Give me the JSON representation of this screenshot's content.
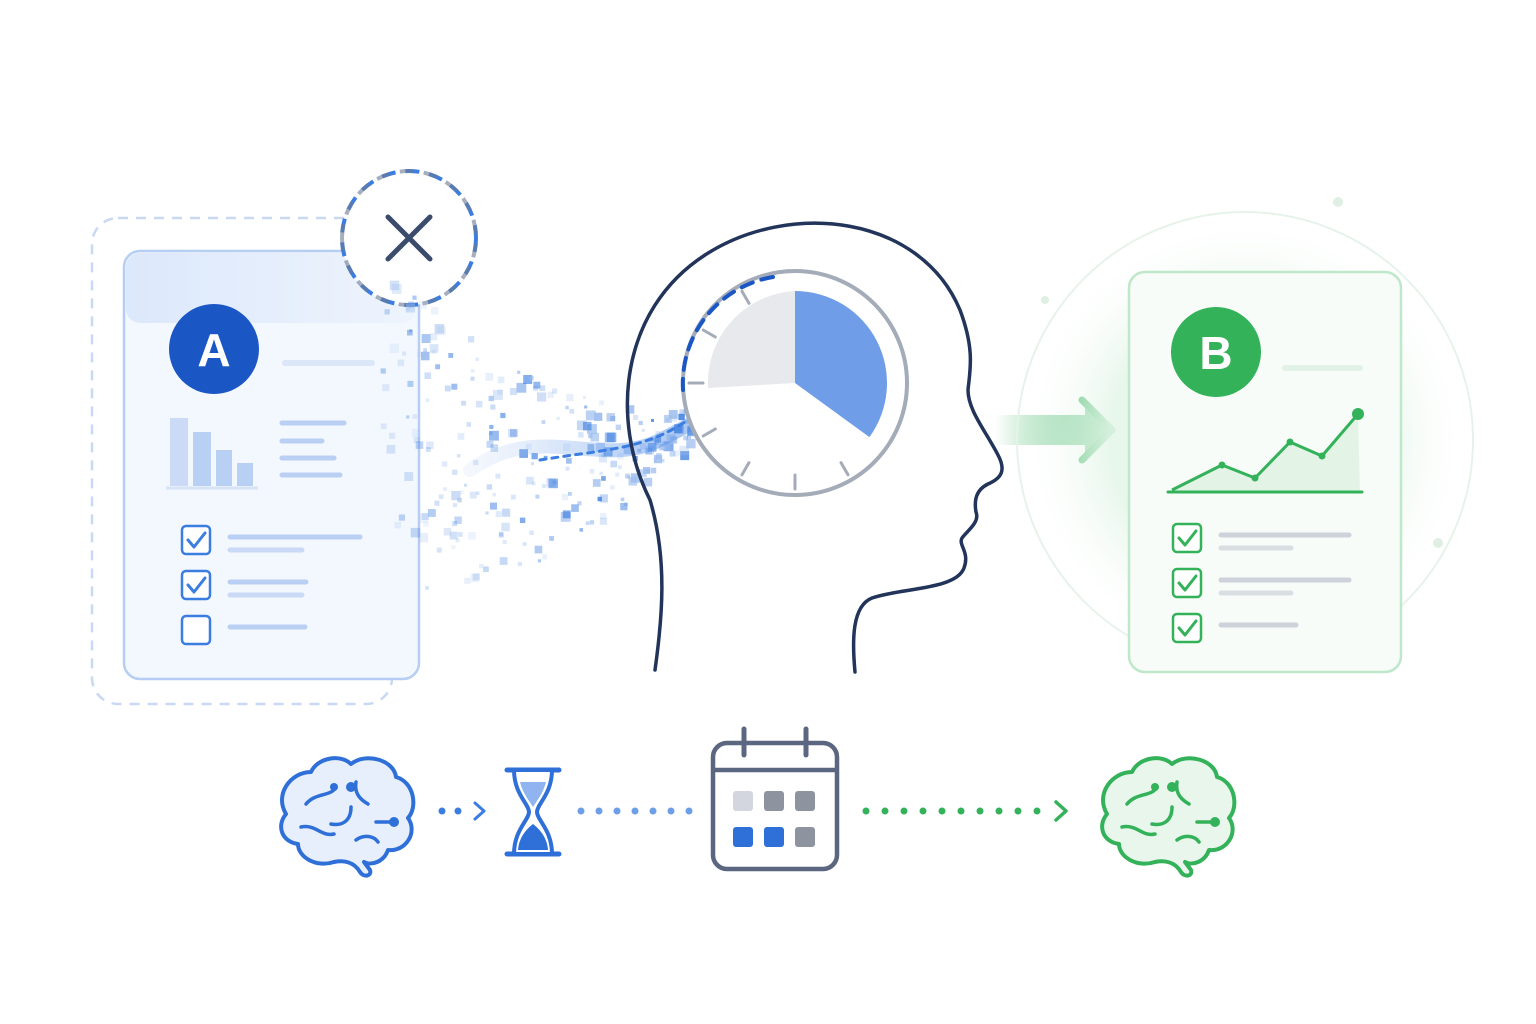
{
  "task_a": {
    "badge": "A",
    "checklist": [
      true,
      true,
      false
    ]
  },
  "task_b": {
    "badge": "B",
    "checklist": [
      true,
      true,
      true
    ]
  },
  "icons": {
    "cancel": "close-icon",
    "attention": "head-with-clock-icon",
    "start": "brain-icon",
    "wait": "hourglass-icon",
    "schedule": "calendar-icon",
    "end": "brain-icon"
  },
  "colors": {
    "blue": "#3b7de0",
    "blue_light": "#b9d1f5",
    "blue_dark": "#1a56c4",
    "green": "#33b25a",
    "green_light": "#bfe7c9",
    "navy": "#22345a",
    "gray": "#8c95a6"
  },
  "clock": {
    "filled_fraction": 0.35
  }
}
